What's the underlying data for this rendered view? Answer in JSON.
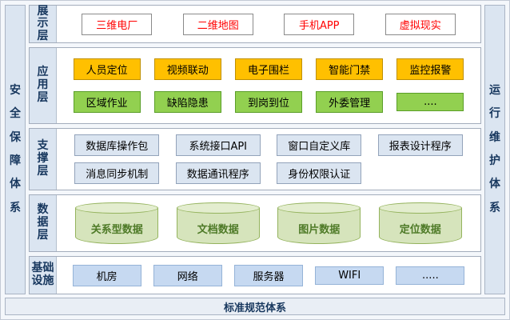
{
  "pillars": {
    "left": "安全保障体系",
    "right": "运行维护体系",
    "bottom": "标准规范体系"
  },
  "layers": {
    "presentation": {
      "label": "展示层",
      "items": [
        "三维电厂",
        "二维地图",
        "手机APP",
        "虚拟现实"
      ]
    },
    "application": {
      "label": "应用层",
      "row1": [
        "人员定位",
        "视频联动",
        "电子围栏",
        "智能门禁",
        "监控报警"
      ],
      "row2": [
        "区域作业",
        "缺陷隐患",
        "到岗到位",
        "外委管理",
        "...."
      ]
    },
    "support": {
      "label": "支撑层",
      "row1": [
        "数据库操作包",
        "系统接口API",
        "窗口自定义库",
        "报表设计程序"
      ],
      "row2": [
        "消息同步机制",
        "数据通讯程序",
        "身份权限认证"
      ]
    },
    "data": {
      "label": "数据层",
      "items": [
        "关系型数据",
        "文档数据",
        "图片数据",
        "定位数据"
      ]
    },
    "infrastructure": {
      "label": "基础设施",
      "items": [
        "机房",
        "网络",
        "服务器",
        "WIFI",
        "....."
      ]
    }
  },
  "colors": {
    "accent_yellow": "#ffc000",
    "accent_green": "#92d050",
    "presentation_text_red": "#ff0000",
    "navy_text": "#17375e",
    "panel_blue": "#dbe5f1",
    "infra_blue": "#c6d9f1",
    "cylinder_green": "#d6e4bc"
  }
}
